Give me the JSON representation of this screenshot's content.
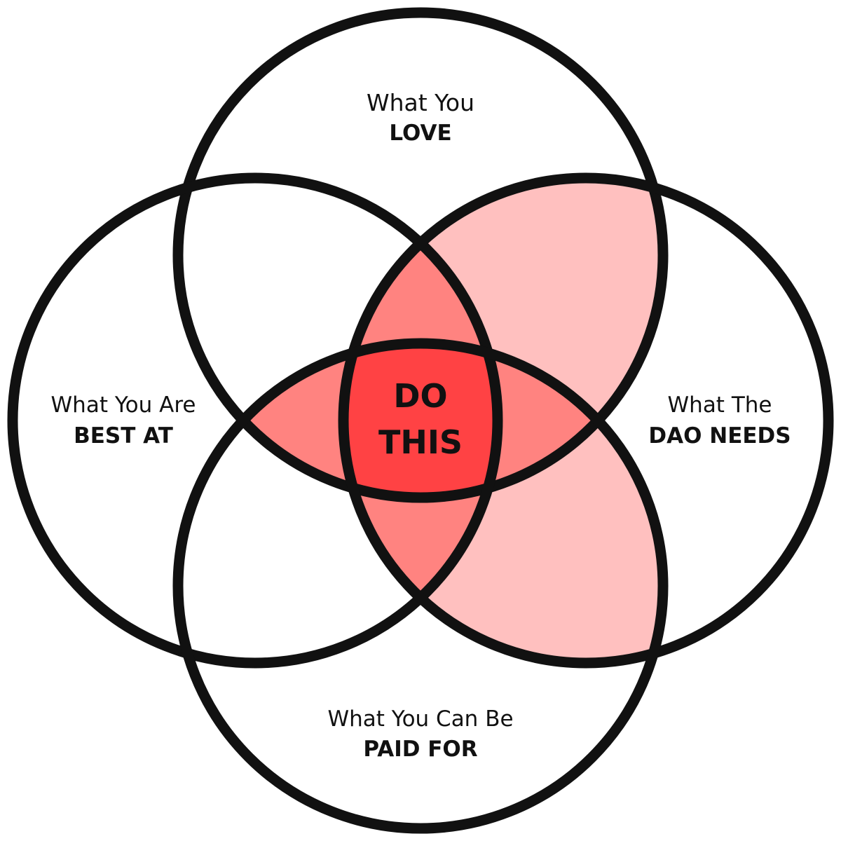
{
  "circles": {
    "love": {
      "line1": "What You",
      "line2": "LOVE"
    },
    "best_at": {
      "line1": "What You Are",
      "line2": "BEST AT"
    },
    "dao_needs": {
      "line1": "What The",
      "line2": "DAO NEEDS"
    },
    "paid_for": {
      "line1": "What You Can Be",
      "line2": "PAID FOR"
    }
  },
  "center": {
    "line1": "DO",
    "line2": "THIS"
  },
  "colors": {
    "outline": "#111111",
    "light_pink": "#ffc0bf",
    "medium_red": "#ff8380",
    "center_red": "#ff4244",
    "background": "#ffffff"
  }
}
